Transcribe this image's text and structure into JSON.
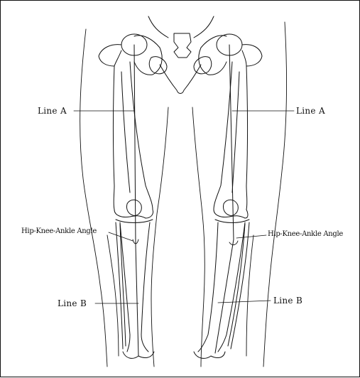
{
  "labels": {
    "line_a_left": "Line A",
    "line_a_right": "Line A",
    "angle_left": "Hip-Knee-Ankle Angle",
    "angle_right": "Hip-Knee-Ankle Angle",
    "line_b_left": "Line B",
    "line_b_right": "Line B"
  },
  "colors": {
    "ink": "#111111",
    "background": "#ffffff"
  }
}
